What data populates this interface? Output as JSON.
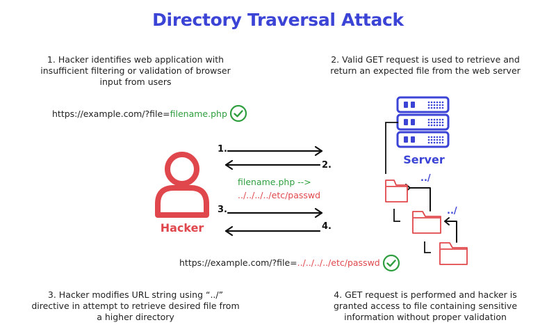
{
  "title": "Directory Traversal Attack",
  "steps": {
    "step1": "1. Hacker identifies web application with insufficient filtering or validation of browser input from users",
    "step2": "2. Valid GET request is used to retrieve and return an expected file from the web server",
    "step3": "3. Hacker modifies URL string using “../” directive in attempt to retrieve desired file from a higher directory",
    "step4": "4. GET request is performed and hacker is granted access to file containing sensitive information without proper validation"
  },
  "urls": {
    "valid_prefix": "https://example.com/?file=",
    "valid_file": "filename.php",
    "attack_prefix": "https://example.com/?file=",
    "attack_file": "../../../../etc/passwd"
  },
  "arrows": {
    "n1": "1.",
    "n2": "2.",
    "n3": "3.",
    "n4": "4."
  },
  "payload": {
    "line1": "filename.php -->",
    "line2": "../../../../etc/passwd"
  },
  "labels": {
    "hacker": "Hacker",
    "server": "Server",
    "dotslash1": "../",
    "dotslash2": "../"
  },
  "colors": {
    "accent_blue": "#3c44d6",
    "accent_red": "#e0474c",
    "accent_green": "#2e9e3e"
  },
  "icons": [
    "check-circle-icon",
    "user-icon",
    "server-icon",
    "folder-icon"
  ]
}
